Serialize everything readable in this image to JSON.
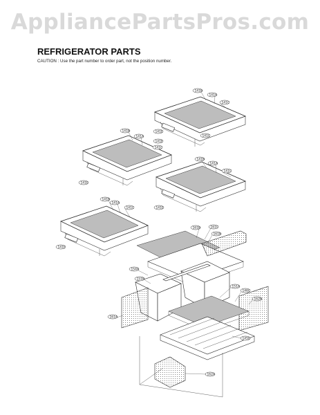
{
  "watermark": "AppliancePartsPros.com",
  "title": "REFRIGERATOR PARTS",
  "caution": "CAUTION : Use the part number to order part, not the position number.",
  "labels": {
    "s1": [
      "141B",
      "141A",
      "141C",
      "141E",
      "141C"
    ],
    "s2": [
      "141B",
      "141A",
      "141E",
      "141C",
      "141E"
    ],
    "s3": [
      "141B",
      "141A",
      "141C",
      "141E"
    ],
    "s4": [
      "141B",
      "141A",
      "141C",
      "141E"
    ],
    "crisper": [
      "161B",
      "161C",
      "161B",
      "154A",
      "151B",
      "151A",
      "146C",
      "162B",
      "161A",
      "145D",
      "162A"
    ]
  }
}
